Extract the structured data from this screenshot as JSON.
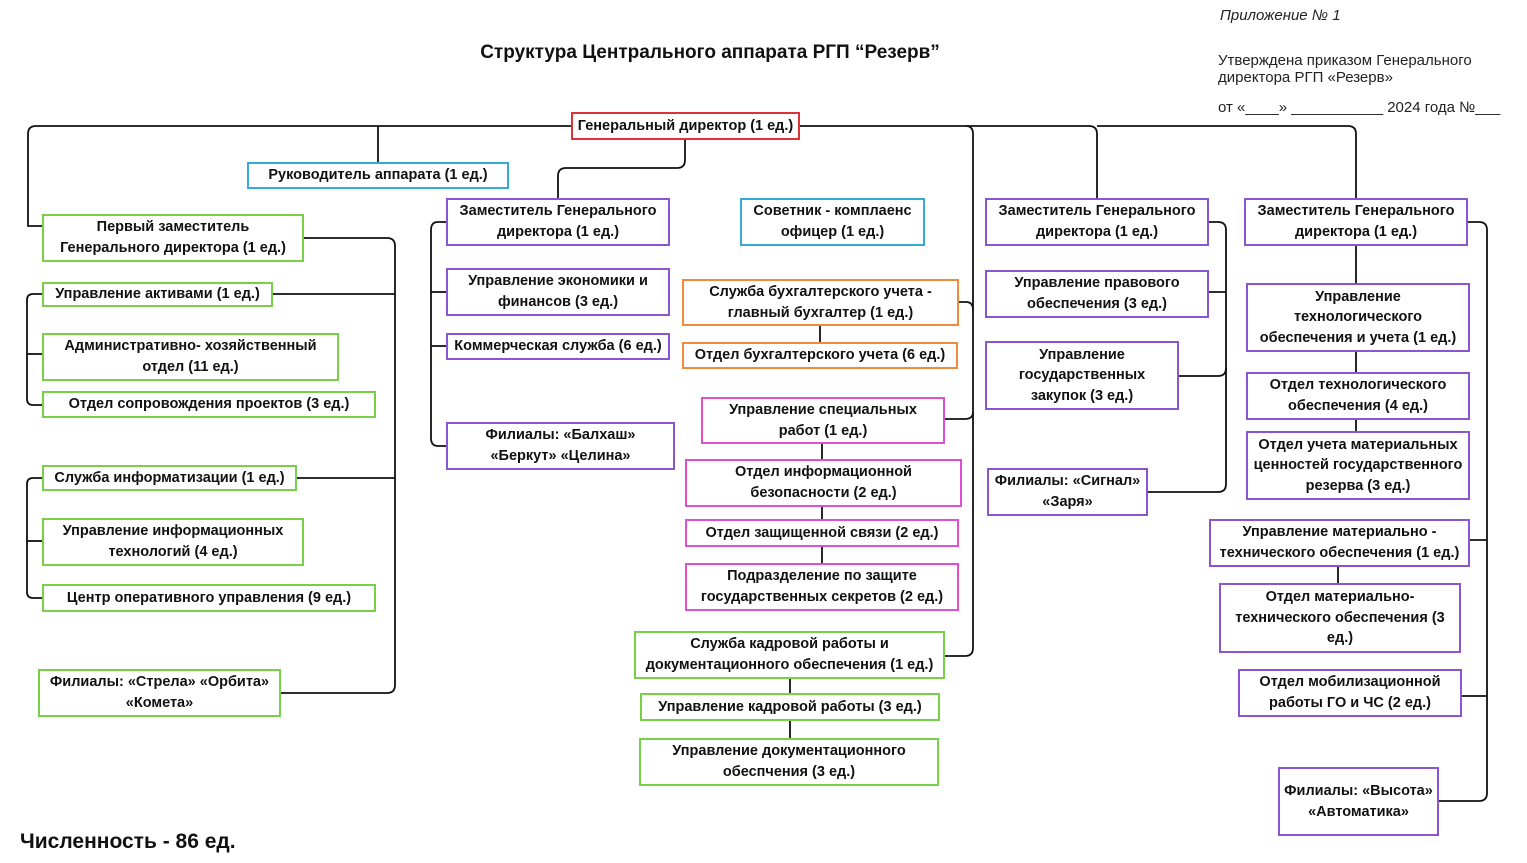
{
  "header": {
    "title": "Структура Центрального аппарата РГП “Резерв”",
    "appendix": "Приложение № 1",
    "approved_line1": "Утверждена приказом Генерального",
    "approved_line2": "директора РГП «Резерв»",
    "order_line": "от «____» ___________ 2024 года №___"
  },
  "total": "Численность - 86 ед.",
  "colors": {
    "red": "#e0303a",
    "blue": "#35a9d8",
    "green": "#78d04a",
    "purple": "#8a55d0",
    "orange": "#f08a3c",
    "pink": "#e04ed6"
  },
  "boxes": {
    "general_director": "Генеральный директор (1 ед.)",
    "head_of_staff": "Руководитель аппарата (1 ед.)",
    "first_deputy": "Первый заместитель Генерального директора (1 ед.)",
    "asset_management": "Управление активами (1 ед.)",
    "admin_dept": "Административно- хозяйственный отдел (11 ед.)",
    "project_support": "Отдел сопровождения проектов (3 ед.)",
    "informatization": "Служба информатизации (1 ед.)",
    "it_department": "Управление информационных технологий (4 ед.)",
    "ops_center": "Центр оперативного управления (9 ед.)",
    "branches_left": "Филиалы: «Стрела» «Орбита» «Комета»",
    "deputy_1": "Заместитель Генерального директора (1 ед.)",
    "economy_finance": "Управление экономики и финансов (3 ед.)",
    "commercial": "Коммерческая служба (6 ед.)",
    "branches_mid": "Филиалы: «Балхаш» «Беркут» «Целина»",
    "compliance": "Советник - комплаенс офицер (1 ед.)",
    "accounting_service": "Служба бухгалтерского учета - главный бухгалтер (1 ед.)",
    "accounting_dept": "Отдел бухгалтерского учета (6 ед.)",
    "special_works": "Управление специальных работ (1 ед.)",
    "info_security": "Отдел информационной безопасности (2 ед.)",
    "secure_comm": "Отдел защищенной связи (2 ед.)",
    "state_secrets": "Подразделение по защите государственных секретов (2 ед.)",
    "hr_service": "Служба кадровой работы и документационного обеспечения (1 ед.)",
    "hr_department": "Управление кадровой работы (3 ед.)",
    "doc_department": "Управление документационного обеспчения (3 ед.)",
    "deputy_2": "Заместитель Генерального директора (1 ед.)",
    "legal": "Управление правового обеспечения (3 ед.)",
    "procurement": "Управление государственных закупок (3 ед.)",
    "branches_right": "Филиалы: «Сигнал» «Заря»",
    "deputy_3": "Заместитель Генерального директора (1 ед.)",
    "tech_support": "Управление технологического обеспечения и учета (1 ед.)",
    "tech_dept": "Отдел технологического обеспечения (4 ед.)",
    "reserve_accounting": "Отдел учета материальных ценностей государственного резерва (3 ед.)",
    "logistics_mgmt": "Управление материально - технического обеспечения (1 ед.)",
    "logistics_dept": "Отдел материально-технического обеспечения (3 ед.)",
    "mobilization": "Отдел мобилизационной работы ГО и ЧС (2 ед.)",
    "branches_far_right": "Филиалы: «Высота» «Автоматика»"
  }
}
